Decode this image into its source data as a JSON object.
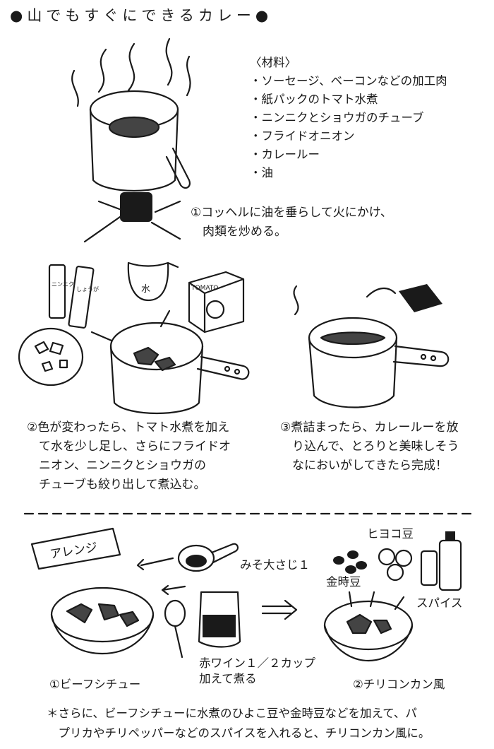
{
  "title": "●山でもすぐにできるカレー●",
  "ingredients": {
    "heading": "〈材料〉",
    "items": [
      "ソーセージ、ベーコンなどの加工肉",
      "紙パックのトマト水煮",
      "ニンニクとショウガのチューブ",
      "フライドオニオン",
      "カレールー",
      "油"
    ]
  },
  "steps": {
    "s1": [
      "①コッヘルに油を垂らして火にかけ、",
      "肉類を炒める。"
    ],
    "s2": [
      "②色が変わったら、トマト水煮を加え",
      "て水を少し足し、さらにフライドオ",
      "ニオン、ニンニクとショウガの",
      "チューブも絞り出して煮込む。"
    ],
    "s3": [
      "③煮詰まったら、カレールーを放",
      "り込んで、とろりと美味しそう",
      "なにおいがしてきたら完成！"
    ]
  },
  "arrange": {
    "badge": "アレンジ",
    "miso": "みそ大さじ１",
    "wine": [
      "赤ワイン１／２カップ",
      "加えて煮る"
    ],
    "stew": "①ビーフシチュー",
    "chili": "②チリコンカン風",
    "hiyoko": "ヒヨコ豆",
    "kintoki": "金時豆",
    "spice": "スパイス"
  },
  "package_labels": {
    "tomato": "TOMATO",
    "garlic": "ニンニク",
    "ginger": "しょうが",
    "water": "水"
  },
  "note": [
    "＊さらに、ビーフシチューに水煮のひよこ豆や金時豆などを加えて、パ",
    "プリカやチリペッパーなどのスパイスを入れると、チリコンカン風に。"
  ]
}
